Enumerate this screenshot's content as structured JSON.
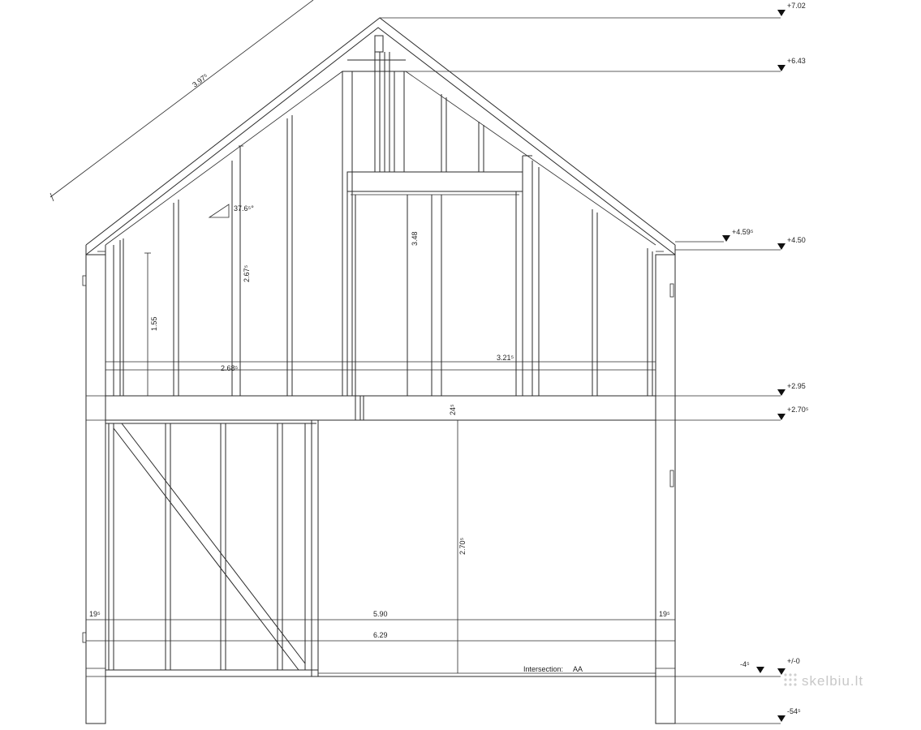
{
  "drawing": {
    "title_label": "Intersection:",
    "title_value": "AA",
    "watermark": "skelbiu.lt"
  },
  "levels": [
    "+7.02",
    "+6.43",
    "+4.59⁵",
    "+4.50",
    "+2.95",
    "+2.70⁵",
    "+/-0",
    "-4⁵",
    "-54⁵"
  ],
  "dimensions": {
    "roof_length": "3.97⁵",
    "roof_angle": "37.6⁵°",
    "stud_height": "2.67⁵",
    "window_height": "1.55",
    "ridge_height": "3.48",
    "span_left": "2.68⁵",
    "span_right": "3.21⁵",
    "floor_thickness": "24⁵",
    "ground_floor_height": "2.70⁵",
    "wall_left": "19⁵",
    "wall_right": "19⁵",
    "inner_width": "5.90",
    "outer_width": "6.29"
  },
  "colors": {
    "line": "#2a2a2a",
    "text": "#222222",
    "watermark": "#c8c8c8"
  }
}
